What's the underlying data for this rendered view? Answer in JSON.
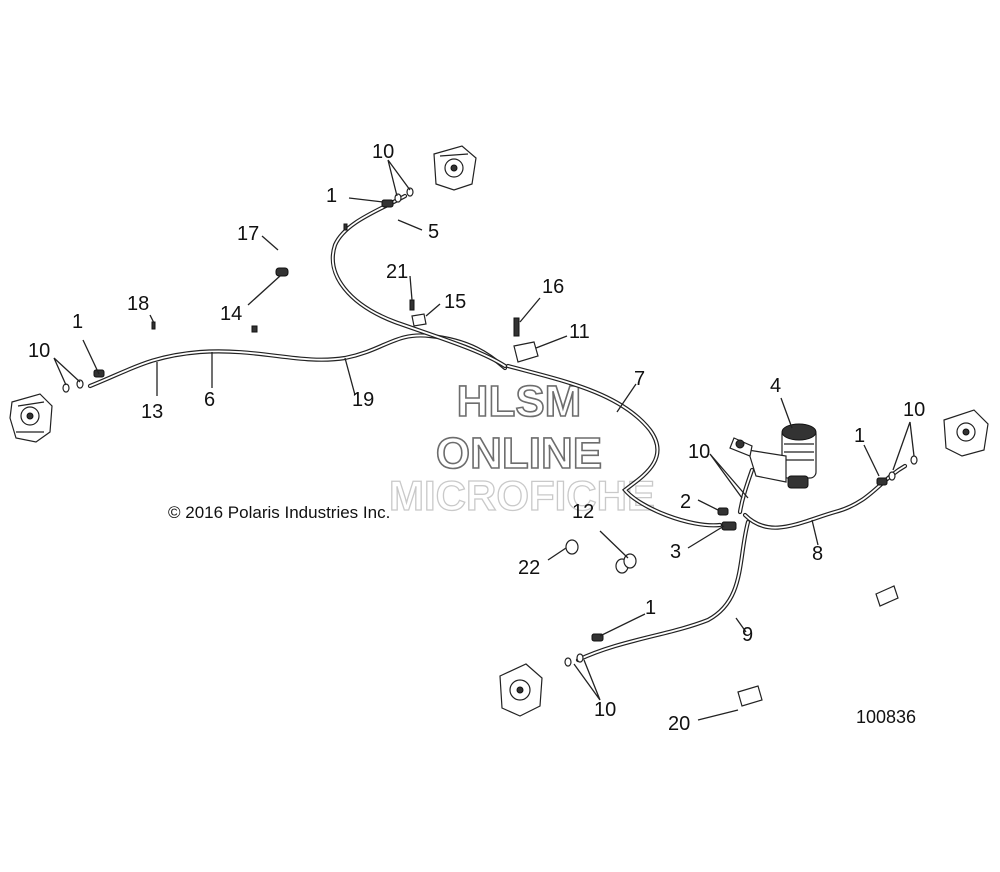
{
  "callouts": {
    "c1a": "1",
    "c1b": "1",
    "c1c": "1",
    "c1d": "1",
    "c2": "2",
    "c3": "3",
    "c4": "4",
    "c5": "5",
    "c6": "6",
    "c7": "7",
    "c8": "8",
    "c9": "9",
    "c10a": "10",
    "c10b": "10",
    "c10c": "10",
    "c10d": "10",
    "c10e": "10",
    "c11": "11",
    "c12": "12",
    "c13": "13",
    "c14": "14",
    "c15": "15",
    "c16": "16",
    "c17": "17",
    "c18": "18",
    "c19": "19",
    "c20": "20",
    "c21": "21",
    "c22": "22"
  },
  "copyright": "© 2016 Polaris Industries Inc.",
  "doc_number": "100836",
  "watermark": {
    "line1": "HLSM",
    "line2": "ONLINE",
    "line3": "MICROFICHE"
  },
  "icons": [
    "brake-caliper-icon",
    "master-cylinder-icon",
    "banjo-bolt-icon",
    "washer-icon",
    "clip-icon",
    "junction-block-icon",
    "hose-clamp-icon"
  ]
}
